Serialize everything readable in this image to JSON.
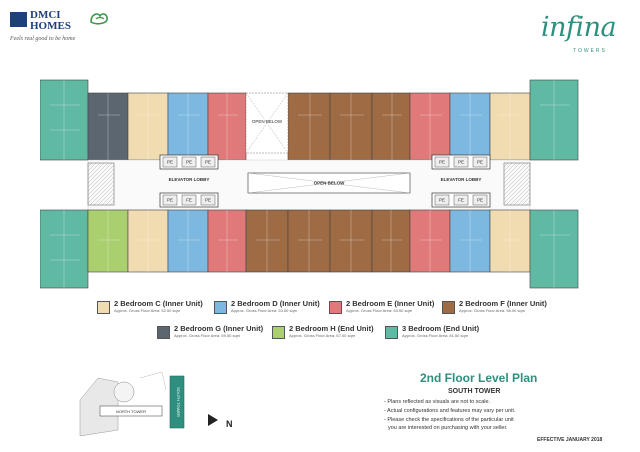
{
  "header": {
    "logo_line1": "DMCI",
    "logo_line2": "HOMES",
    "tagline": "Feels real good to be home",
    "brand": "infina",
    "brand_sub": "TOWERS"
  },
  "plan": {
    "open_below_top": "OPEN BELOW",
    "open_below_center": "OPEN BELOW",
    "elevator_lobby_left": "ELEVATOR LOBBY",
    "elevator_lobby_right": "ELEVATOR LOBBY",
    "elevator_tag_pe": "PE",
    "elevator_tag_fe": "FE"
  },
  "legend": {
    "items": [
      {
        "name": "2 Bedroom C (Inner Unit)",
        "area": "Approx. Gross Floor Area: 52.50 sqm",
        "color": "#f0dcb0"
      },
      {
        "name": "2 Bedroom D (Inner Unit)",
        "area": "Approx. Gross Floor Area: 53.50 sqm",
        "color": "#7db8e0"
      },
      {
        "name": "2 Bedroom E (Inner Unit)",
        "area": "Approx. Gross Floor Area: 53.50 sqm",
        "color": "#e07a7a"
      },
      {
        "name": "2 Bedroom F (Inner Unit)",
        "area": "Approx. Gross Floor Area: 56.00 sqm",
        "color": "#9e6b45"
      },
      {
        "name": "2 Bedroom G (Inner Unit)",
        "area": "Approx. Gross Floor Area: 59.50 sqm",
        "color": "#5b6670"
      },
      {
        "name": "2 Bedroom H (End Unit)",
        "area": "Approx. Gross Floor Area: 67.00 sqm",
        "color": "#a9cf6f"
      },
      {
        "name": "3 Bedroom (End Unit)",
        "area": "Approx. Gross Floor Area: 81.50 sqm",
        "color": "#5fb9a3"
      }
    ]
  },
  "keyplan": {
    "north_tower": "NORTH TOWER",
    "south_tower": "SOUTH TOWER",
    "north_letter": "N"
  },
  "info": {
    "title": "2nd Floor Level Plan",
    "subtitle": "SOUTH TOWER",
    "notes": [
      "- Plans reflected as visuals are not to scale.",
      "- Actual configurations and features may vary per unit.",
      "- Please check the specifications of the particular unit",
      "  you are interested on purchasing with your seller."
    ],
    "effective": "EFFECTIVE JANUARY 2018"
  }
}
